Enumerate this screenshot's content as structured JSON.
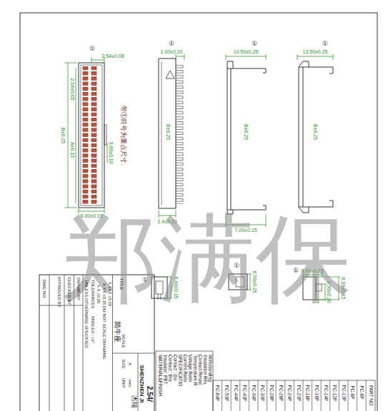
{
  "diagram": {
    "labels": [
      "①",
      "2.54±0.08",
      "2.54±0.05",
      "B±0.25",
      "A±0.15",
      "3.80±0.10",
      "6.00±0.15",
      "带①符号为重点尺寸.",
      "①",
      "1.00±0.20",
      "B±0.25",
      "2.4±0.20",
      "7.00±0.15",
      "①",
      "10.50±0.25",
      "B±0.25",
      "①",
      "13.50±0.25",
      "B±0.25",
      "①",
      "6.40±0.15",
      "①",
      "6.90±0.25",
      "①",
      "8.00±0.15",
      "3.30±0.20",
      "6.10±0.15",
      "郑满保",
      "UNLESS OTHERWISE SPECIFIED",
      "TOLERANCES",
      "ANGLES : ±2°",
      "X.X ±0.20",
      "X.XX ±0.15",
      "X.XXX ±0.10",
      "DO NOT SCALE DRAWING",
      "DRAWN BY",
      "CHECKED BY",
      "APPROVED BY",
      "DWG NO.",
      "TITLE",
      "简牛座",
      "SCALE",
      "SIZE",
      "A",
      "UNIT",
      "mm",
      "杰瑞",
      "SHENZHEN JI",
      "2.54/",
      "MATERIAL&FINISH",
      "Insulator: PBT",
      "Contact : Bra",
      "Contact : Go",
      "SPECIFICATIO",
      "Current Ratin",
      "Voltage Ratin",
      "Temperature R",
      "Contact Resist",
      "Insulation Res",
      "Withstanding",
      "PC-64P",
      "PC-50P",
      "PC-44P",
      "PC-40P",
      "PC-34P",
      "PC-30P",
      "PC-28P",
      "PC-26P",
      "PC-24P",
      "PC-20P",
      "PC-18P",
      "PC-16P",
      "PC-14P",
      "PC-12P",
      "PC-10P",
      "PC-8P",
      "PC-6P",
      "PART NO"
    ]
  }
}
